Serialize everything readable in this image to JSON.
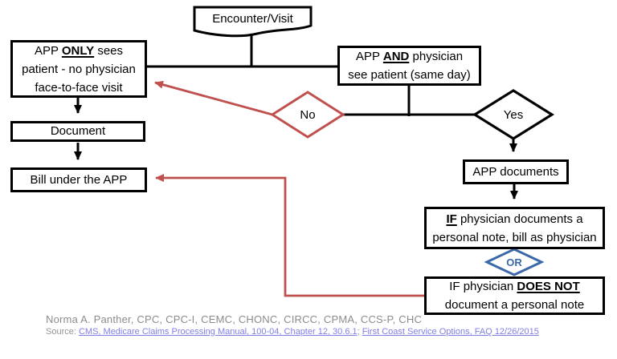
{
  "colors": {
    "line_black": "#000000",
    "accent_red": "#C0504D",
    "accent_blue": "#3A68A8",
    "footer_gray": "#8C8C8C",
    "link_periwinkle": "#7F7FE6",
    "box_bg": "#FFFFFF"
  },
  "nodes": {
    "encounter": {
      "label": "Encounter/Visit"
    },
    "app_only": {
      "line1_pre": "APP ",
      "line1_em": "ONLY",
      "line1_post": " sees",
      "line2": "patient - no physician",
      "line3": "face-to-face visit"
    },
    "app_and": {
      "line1_pre": "APP ",
      "line1_em": "AND",
      "line1_post": " physician",
      "line2": "see patient (same day)"
    },
    "no": {
      "label": "No"
    },
    "yes": {
      "label": "Yes"
    },
    "document": {
      "label": "Document"
    },
    "bill": {
      "label": "Bill under the APP"
    },
    "app_documents": {
      "label": "APP documents"
    },
    "if_documents": {
      "line1_em": "IF",
      "line1_post": " physician documents a",
      "line2": "personal note, bill as physician"
    },
    "or": {
      "label": "OR"
    },
    "if_not": {
      "line1_pre": "IF physician ",
      "line1_em": "DOES NOT",
      "line2": "document a personal note"
    }
  },
  "footer": {
    "author": "Norma A. Panther, CPC, CPC-I, CEMC, CHONC, CIRCC, CPMA, CCS-P, CHC",
    "source_label": "Source: ",
    "link1": "CMS, Medicare Claims Processing Manual, 100-04, Chapter 12, 30.6.1",
    "separator": "; ",
    "link2": "First Coast Service Options, FAQ 12/26/2015"
  }
}
